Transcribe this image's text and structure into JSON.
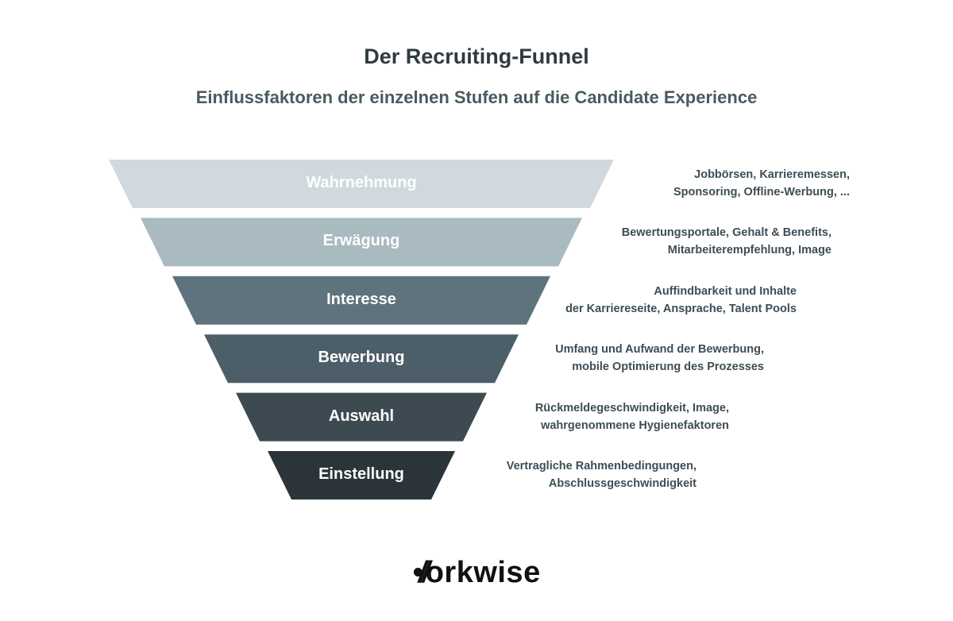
{
  "title": "Der Recruiting-Funnel",
  "subtitle": "Einflussfaktoren der einzelnen Stufen auf die Candidate Experience",
  "stages": [
    {
      "label": "Wahrnehmung",
      "color": "#d0d9dd",
      "factors": [
        "Jobbörsen, Karrieremessen,",
        "Sponsoring, Offline-Werbung, ..."
      ]
    },
    {
      "label": "Erwägung",
      "color": "#a9bbc1",
      "factors": [
        "Bewertungsportale, Gehalt & Benefits,",
        "Mitarbeiterempfehlung, Image"
      ]
    },
    {
      "label": "Interesse",
      "color": "#5e737d",
      "factors": [
        "Auffindbarkeit und Inhalte",
        "der Karriereseite, Ansprache, Talent Pools"
      ]
    },
    {
      "label": "Bewerbung",
      "color": "#4c5e67",
      "factors": [
        "Umfang und Aufwand der Bewerbung,",
        "mobile Optimierung des Prozesses"
      ]
    },
    {
      "label": "Auswahl",
      "color": "#3d4a51",
      "factors": [
        "Rückmeldegeschwindigkeit, Image,",
        "wahrgenommene Hygienefaktoren"
      ]
    },
    {
      "label": "Einstellung",
      "color": "#2b3439",
      "factors": [
        "Vertragliche Rahmenbedingungen,",
        "Abschlussgeschwindigkeit"
      ]
    }
  ],
  "logo": "workwise"
}
